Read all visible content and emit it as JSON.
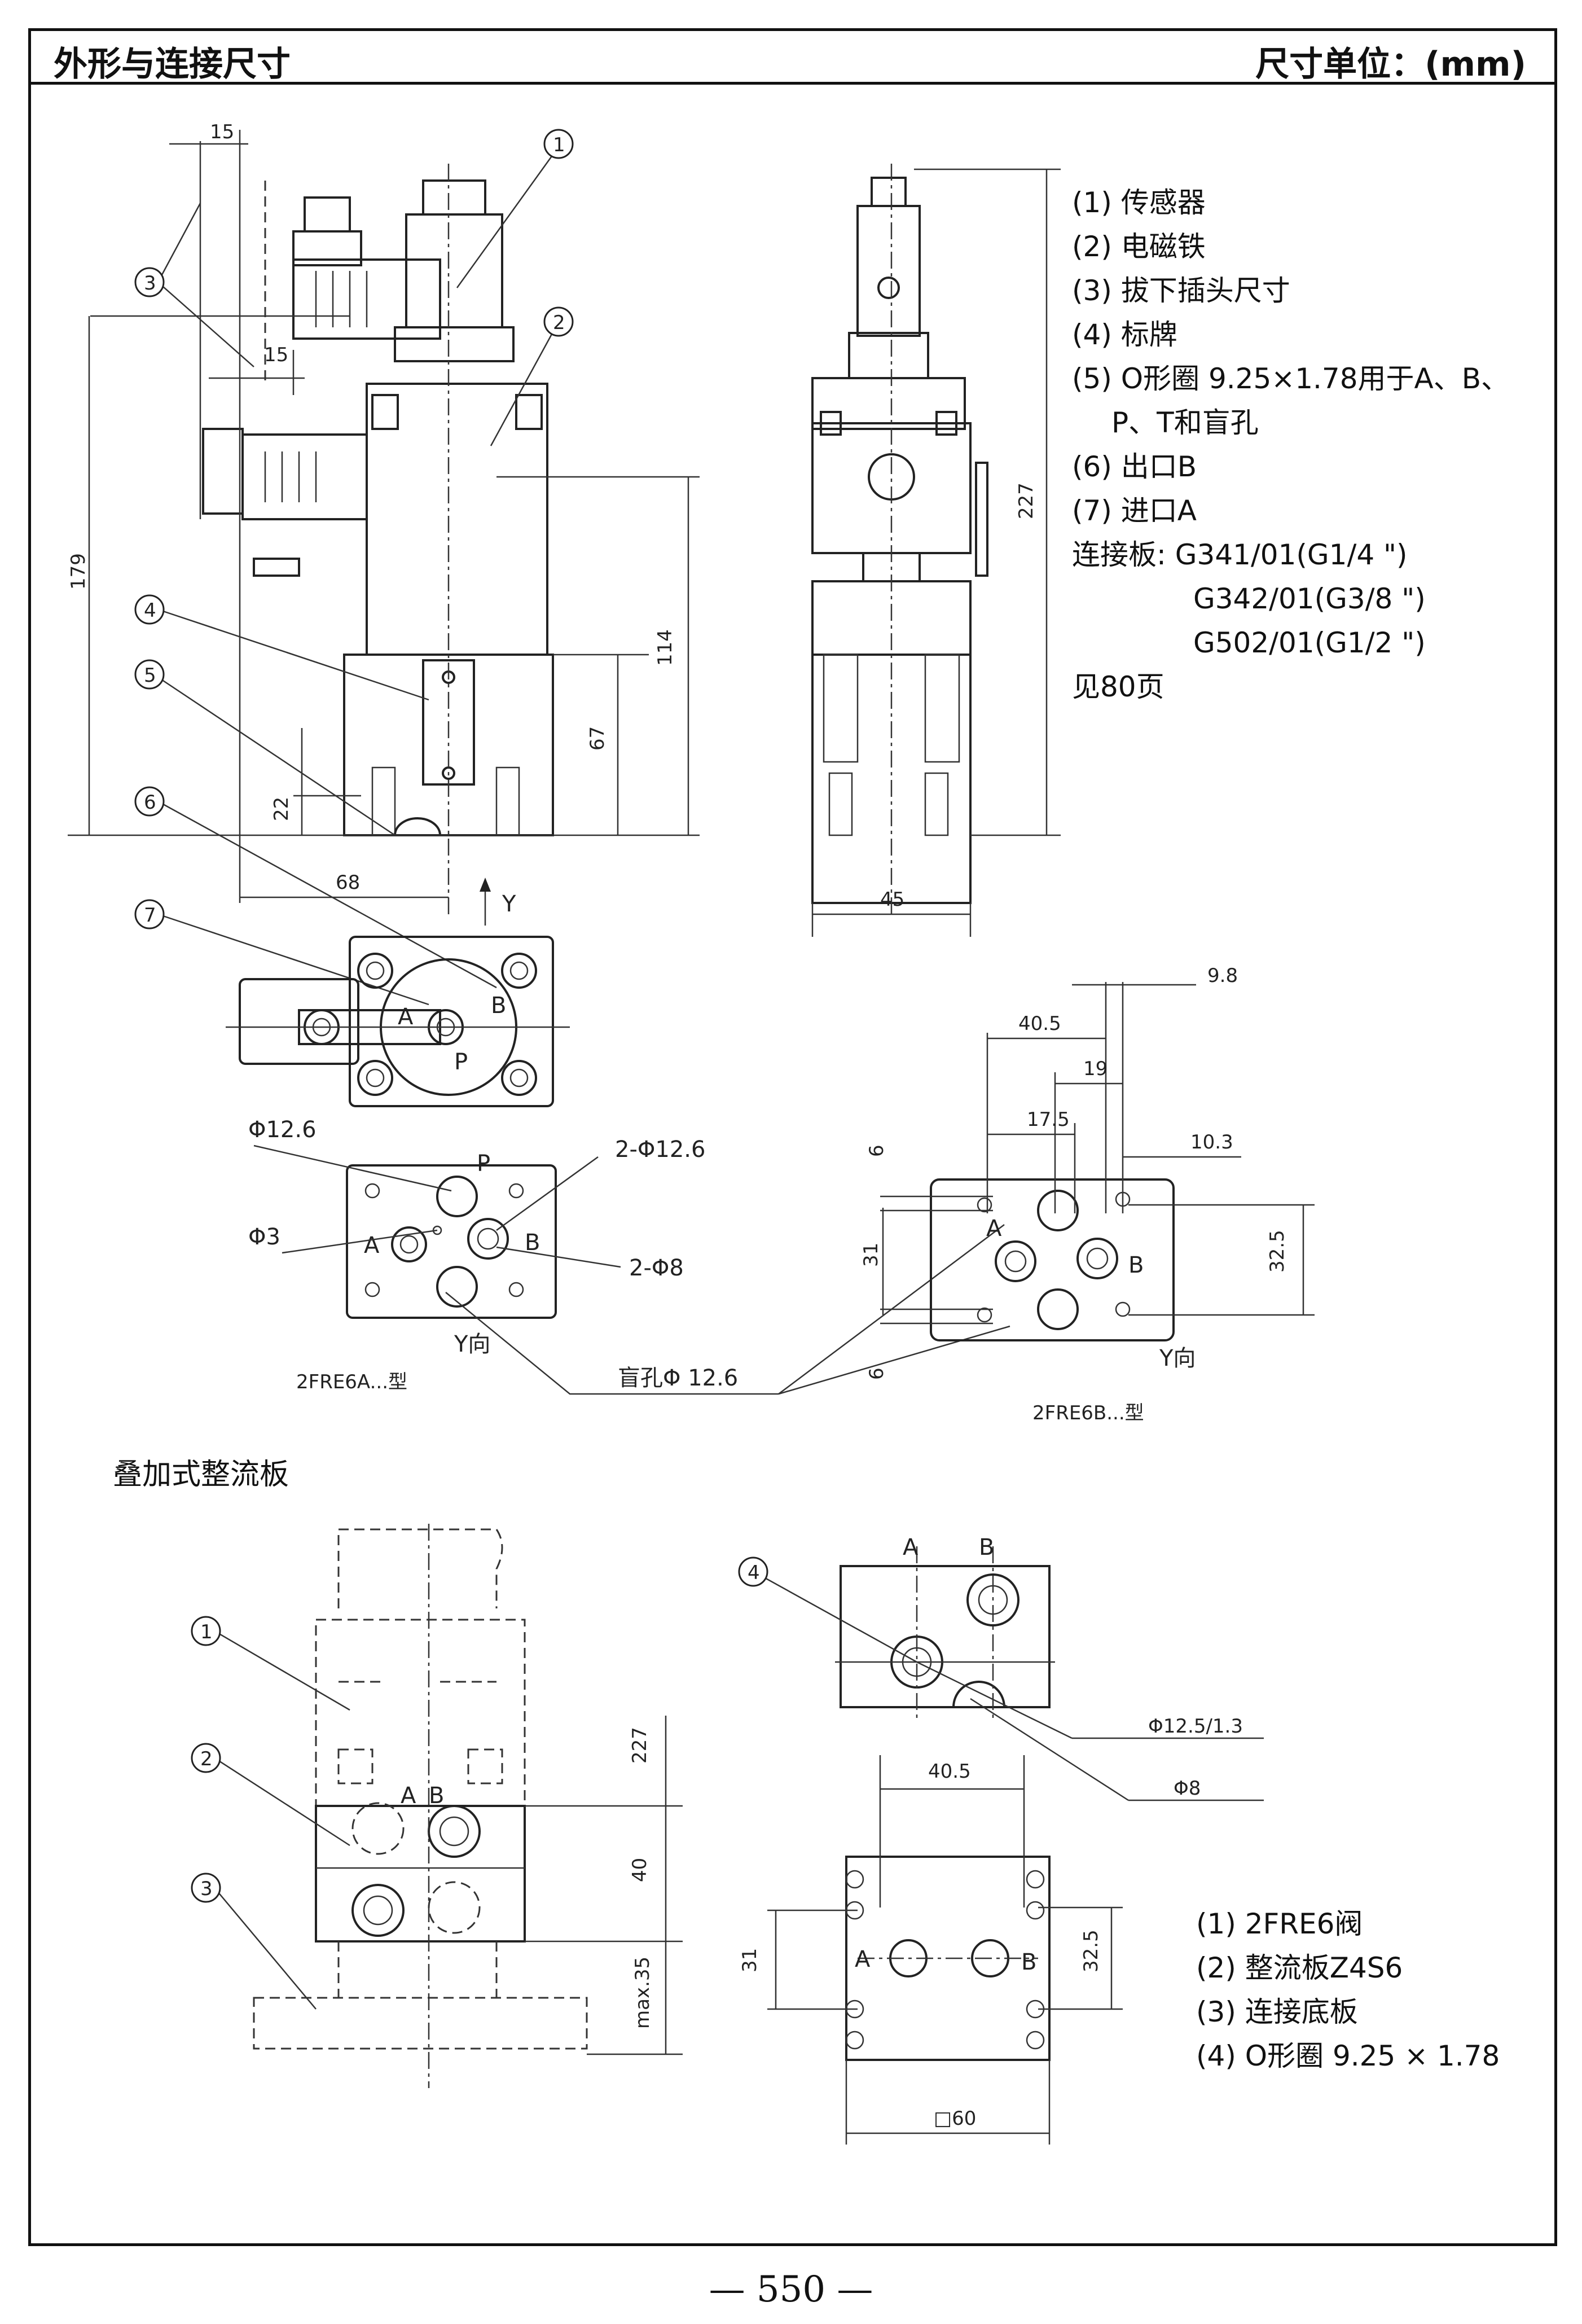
{
  "header": {
    "title": "外形与连接尺寸",
    "unit": "尺寸单位：(mm)"
  },
  "legend_top": {
    "items": [
      "(1)  传感器",
      "(2)  电磁铁",
      "(3)  拔下插头尺寸",
      "(4)  标牌",
      "(5)  O形圈 9.25×1.78用于A、B、",
      "P、T和盲孔",
      "(6)  出口B",
      "(7)  进口A"
    ],
    "plates_label": "连接板:",
    "plates": [
      "G341/01(G1/4 \")",
      "G342/01(G3/8 \")",
      "G502/01(G1/2 \")"
    ],
    "see_page": "见80页"
  },
  "legend_bottom": {
    "items": [
      "(1)  2FRE6阀",
      "(2)  整流板Z4S6",
      "(3)  连接底板",
      "(4)  O形圈 9.25 × 1.78"
    ]
  },
  "labels": {
    "type_a": "2FRE6A...型",
    "type_b": "2FRE6B...型",
    "y_dir": "Y向",
    "blind_hole": "盲孔Φ 12.6",
    "section_title": "叠加式整流板",
    "port_a": "A",
    "port_b": "B",
    "port_p": "P",
    "y": "Y",
    "d12_6": "Φ12.6",
    "d3": "Φ3",
    "two_d12_6": "2-Φ12.6",
    "two_d8": "2-Φ8",
    "d12_5_1_3": "Φ12.5/1.3",
    "d8": "Φ8"
  },
  "balloons": [
    "1",
    "2",
    "3",
    "4",
    "5",
    "6",
    "7"
  ],
  "dimensions": {
    "d15": "15",
    "d179": "179",
    "d114": "114",
    "d67": "67",
    "d22": "22",
    "d68": "68",
    "d227": "227",
    "d45": "45",
    "d9_8": "9.8",
    "d40_5": "40.5",
    "d19": "19",
    "d17_5": "17.5",
    "d10_3": "10.3",
    "d6": "6",
    "d31": "31",
    "d32_5": "32.5",
    "d40": "40",
    "dmax35": "max.35",
    "sq60": "□60"
  },
  "page_number": "— 550 —"
}
